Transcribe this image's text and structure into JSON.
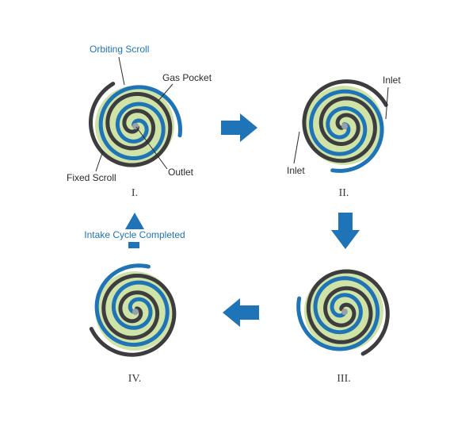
{
  "colors": {
    "fixed_scroll": "#3d3d3f",
    "orbiting_scroll": "#1f73b7",
    "gas_pocket": "#cfe3a6",
    "outlet_dot": "#9aa0a6",
    "arrow": "#1f73b7",
    "text_dark": "#2b2b2b",
    "text_blue": "#1f73b7"
  },
  "stages": [
    {
      "numeral": "I."
    },
    {
      "numeral": "II."
    },
    {
      "numeral": "III."
    },
    {
      "numeral": "IV."
    }
  ],
  "labels": {
    "orbiting_scroll": "Orbiting Scroll",
    "gas_pocket": "Gas Pocket",
    "fixed_scroll": "Fixed Scroll",
    "outlet": "Outlet",
    "inlet_right": "Inlet",
    "inlet_left": "Inlet",
    "cycle_note": "Intake Cycle Completed"
  },
  "arrows": [
    "arrow-right",
    "arrow-down",
    "arrow-left",
    "arrow-up"
  ]
}
